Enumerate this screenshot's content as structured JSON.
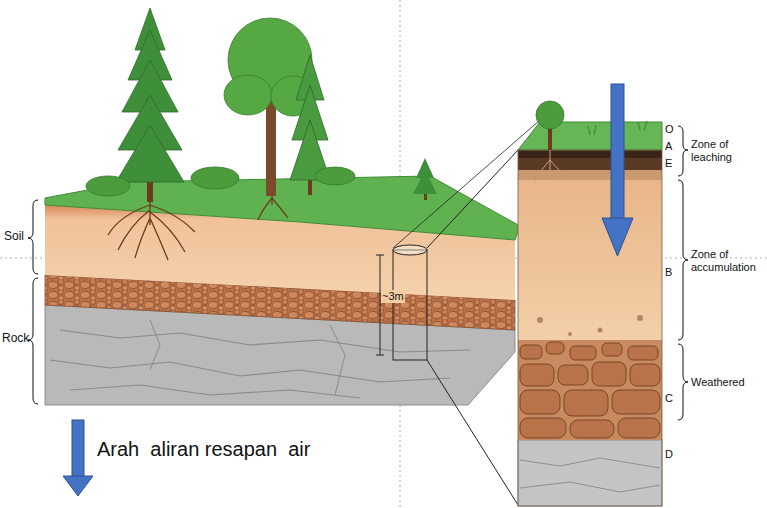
{
  "diagram": {
    "labels": [
      "Soil",
      "Rock",
      "~3m",
      "O",
      "A",
      "E",
      "Zone of leaching",
      "B",
      "Zone of accumulation",
      "C",
      "Weathered",
      "D",
      "Arah  aliran resapan  air"
    ]
  }
}
